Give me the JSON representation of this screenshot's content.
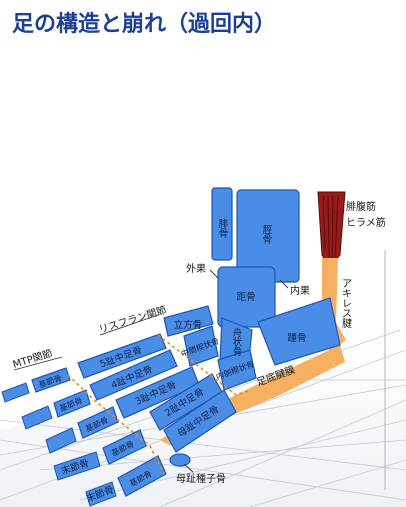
{
  "title": "足の構造と崩れ（過回内）",
  "colors": {
    "title": "#1c3f96",
    "bone": "#4a8de6",
    "bone_stroke": "#1d56b3",
    "tendon": "#f5b062",
    "muscle": "#9a1a1a",
    "joint_line": "#f08c1a"
  },
  "bones": {
    "fibula": "腓骨",
    "tibia": "脛骨",
    "talus": "距骨",
    "calcaneus": "踵骨",
    "navicular": "舟状骨",
    "cuboid": "立方骨",
    "medial_cuneiform": "内側楔状骨",
    "intermediate_cuneiform": "中間楔状骨",
    "metatarsal_1": "母趾中足骨",
    "metatarsal_2": "2趾中足骨",
    "metatarsal_3": "3趾中足骨",
    "metatarsal_4": "4趾中足骨",
    "metatarsal_5": "5趾中足骨",
    "proximal_phalanx": "基節骨",
    "distal_phalanx": "末節骨"
  },
  "labels": {
    "gastrocnemius": "腓腹筋",
    "soleus": "ヒラメ筋",
    "achilles": "アキレス腱",
    "lateral_malleolus": "外果",
    "medial_malleolus": "内果",
    "lisfranc": "リスフラン関節",
    "mtp": "MTP関節",
    "plantar_tendon": "足底腱膜",
    "sesamoid": "母趾種子骨"
  }
}
